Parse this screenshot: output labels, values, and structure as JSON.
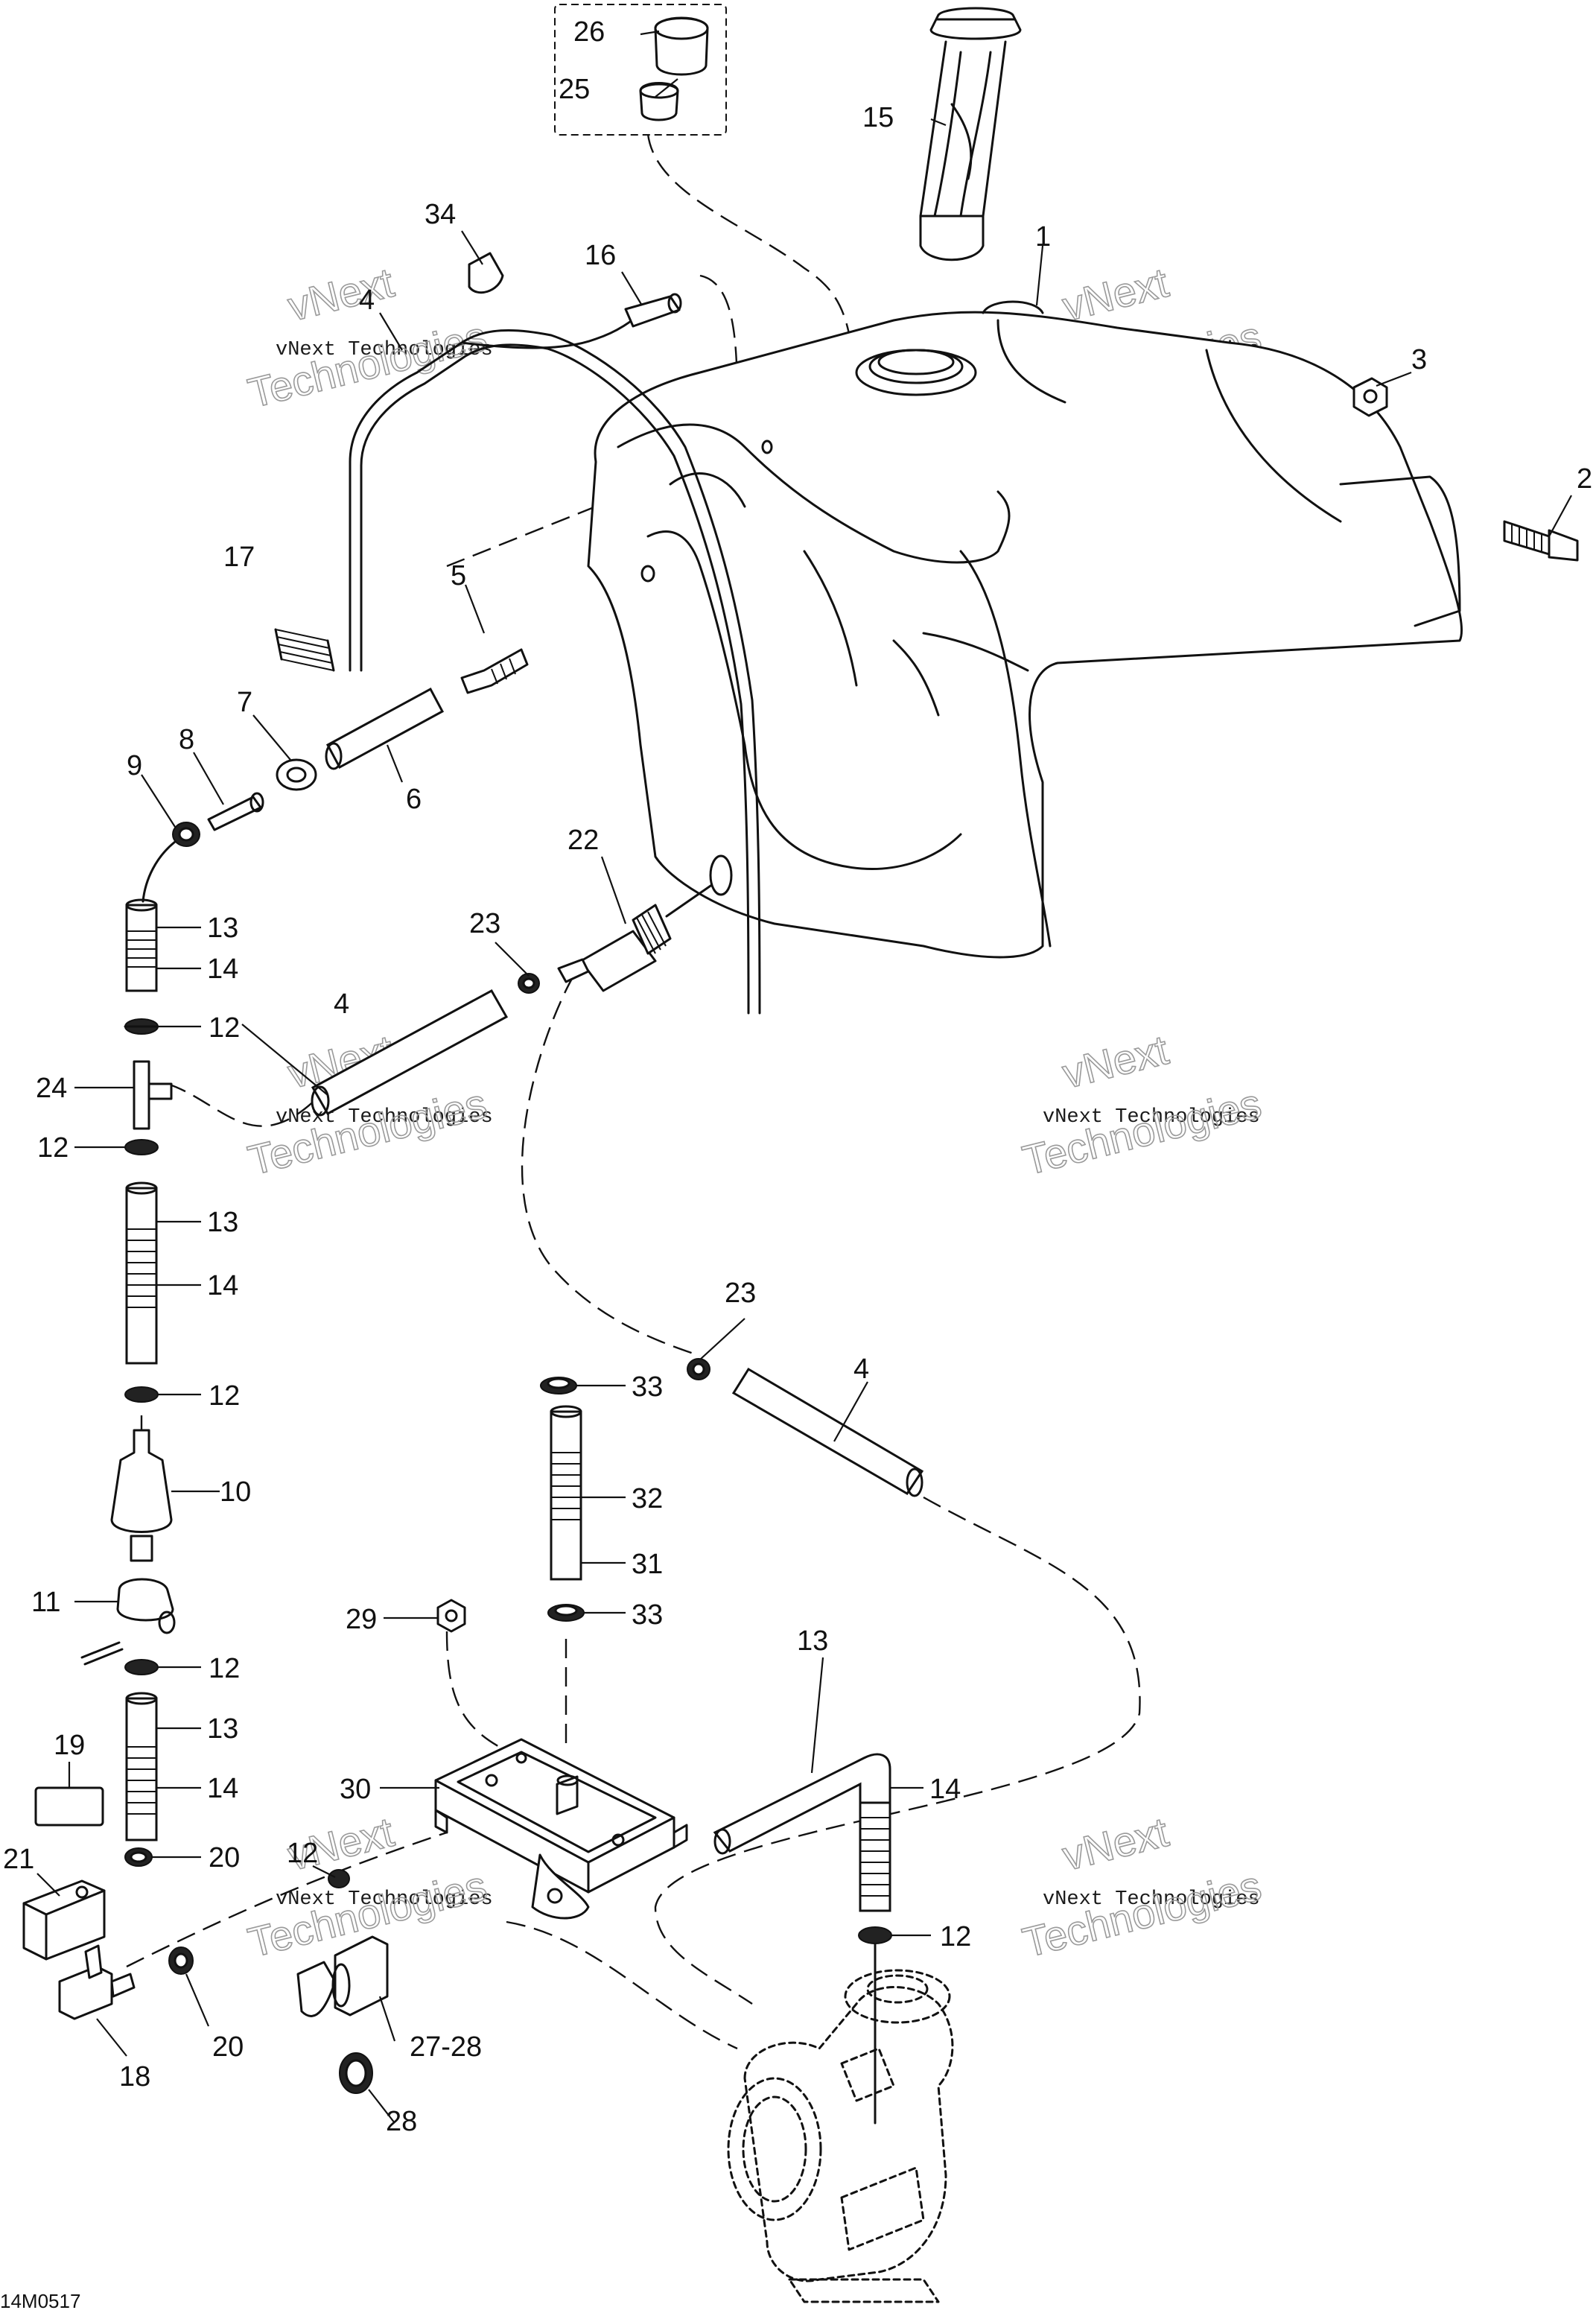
{
  "diagram": {
    "reference_code": "14M0517",
    "watermark": {
      "line1": "vNext",
      "line2": "Technologies",
      "combined": "vNext Technologies"
    },
    "callouts": {
      "c1": "1",
      "c2": "2",
      "c3": "3",
      "c4a": "4",
      "c4b": "4",
      "c4c": "4",
      "c5": "5",
      "c6": "6",
      "c7": "7",
      "c8": "8",
      "c9": "9",
      "c10": "10",
      "c11": "11",
      "c12a": "12",
      "c12b": "12",
      "c12c": "12",
      "c12d": "12",
      "c12e": "12",
      "c12f": "12",
      "c13a": "13",
      "c13b": "13",
      "c13c": "13",
      "c13d": "13",
      "c14a": "14",
      "c14b": "14",
      "c14c": "14",
      "c14d": "14",
      "c15": "15",
      "c16": "16",
      "c17": "17",
      "c18": "18",
      "c19": "19",
      "c20a": "20",
      "c20b": "20",
      "c21": "21",
      "c22": "22",
      "c23a": "23",
      "c23b": "23",
      "c24": "24",
      "c25": "25",
      "c26": "26",
      "c27": "27-28",
      "c28": "28",
      "c29": "29",
      "c30": "30",
      "c31": "31",
      "c32": "32",
      "c33a": "33",
      "c33b": "33",
      "c34": "34"
    }
  }
}
